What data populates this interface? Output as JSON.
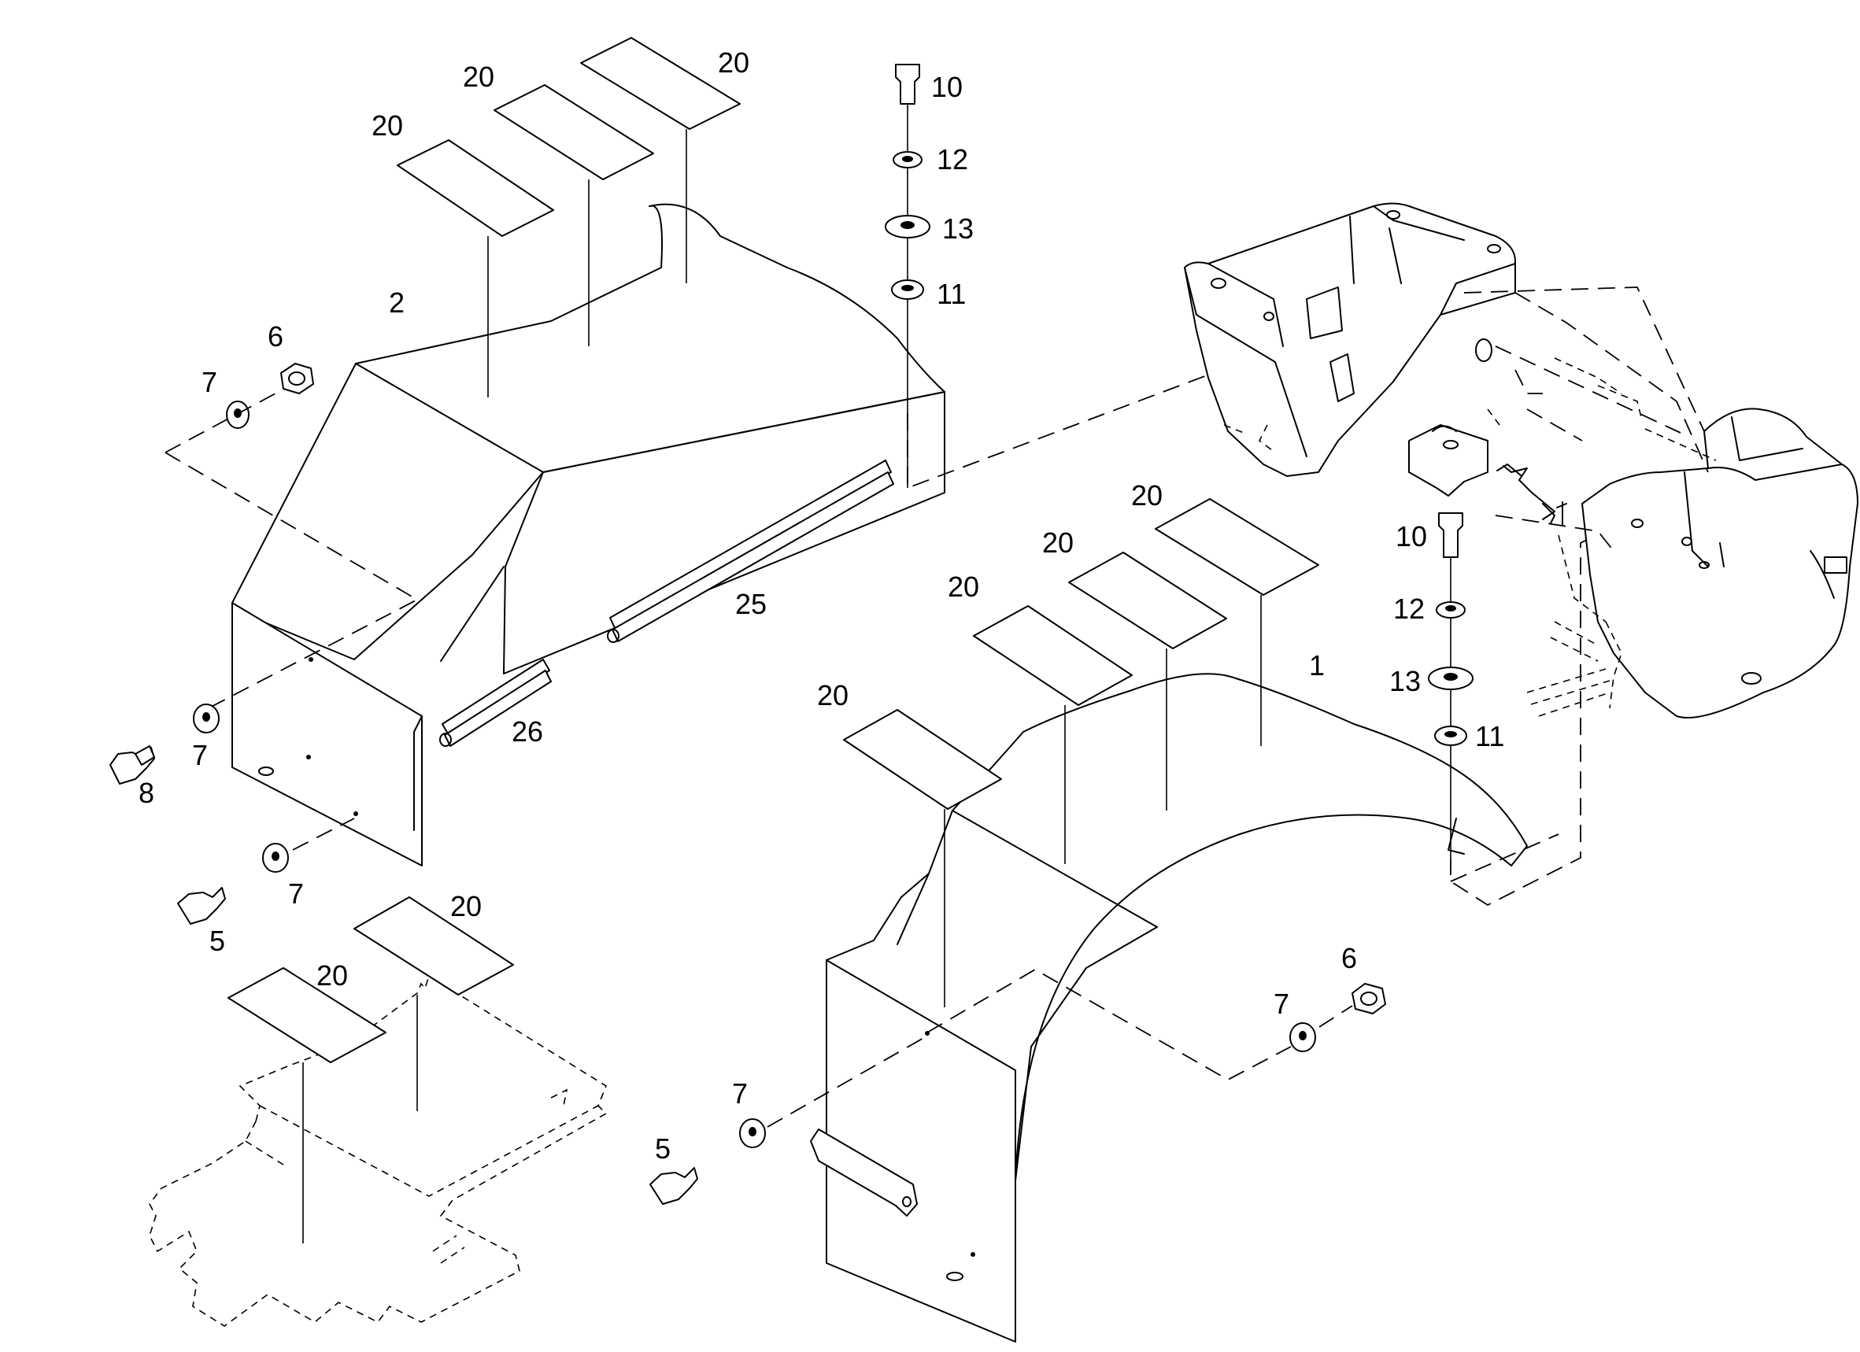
{
  "callouts": {
    "c2": "2",
    "c1": "1",
    "c6a": "6",
    "c6b": "6",
    "c7a": "7",
    "c7b": "7",
    "c7c": "7",
    "c7d": "7",
    "c7e": "7",
    "c8": "8",
    "c5a": "5",
    "c5b": "5",
    "c10a": "10",
    "c10b": "10",
    "c11a": "11",
    "c11b": "11",
    "c12a": "12",
    "c12b": "12",
    "c13a": "13",
    "c13b": "13",
    "c25": "25",
    "c26": "26",
    "c20a": "20",
    "c20b": "20",
    "c20c": "20",
    "c20d": "20",
    "c20e": "20",
    "c20f": "20",
    "c20g": "20",
    "c20h": "20",
    "c20i": "20"
  }
}
